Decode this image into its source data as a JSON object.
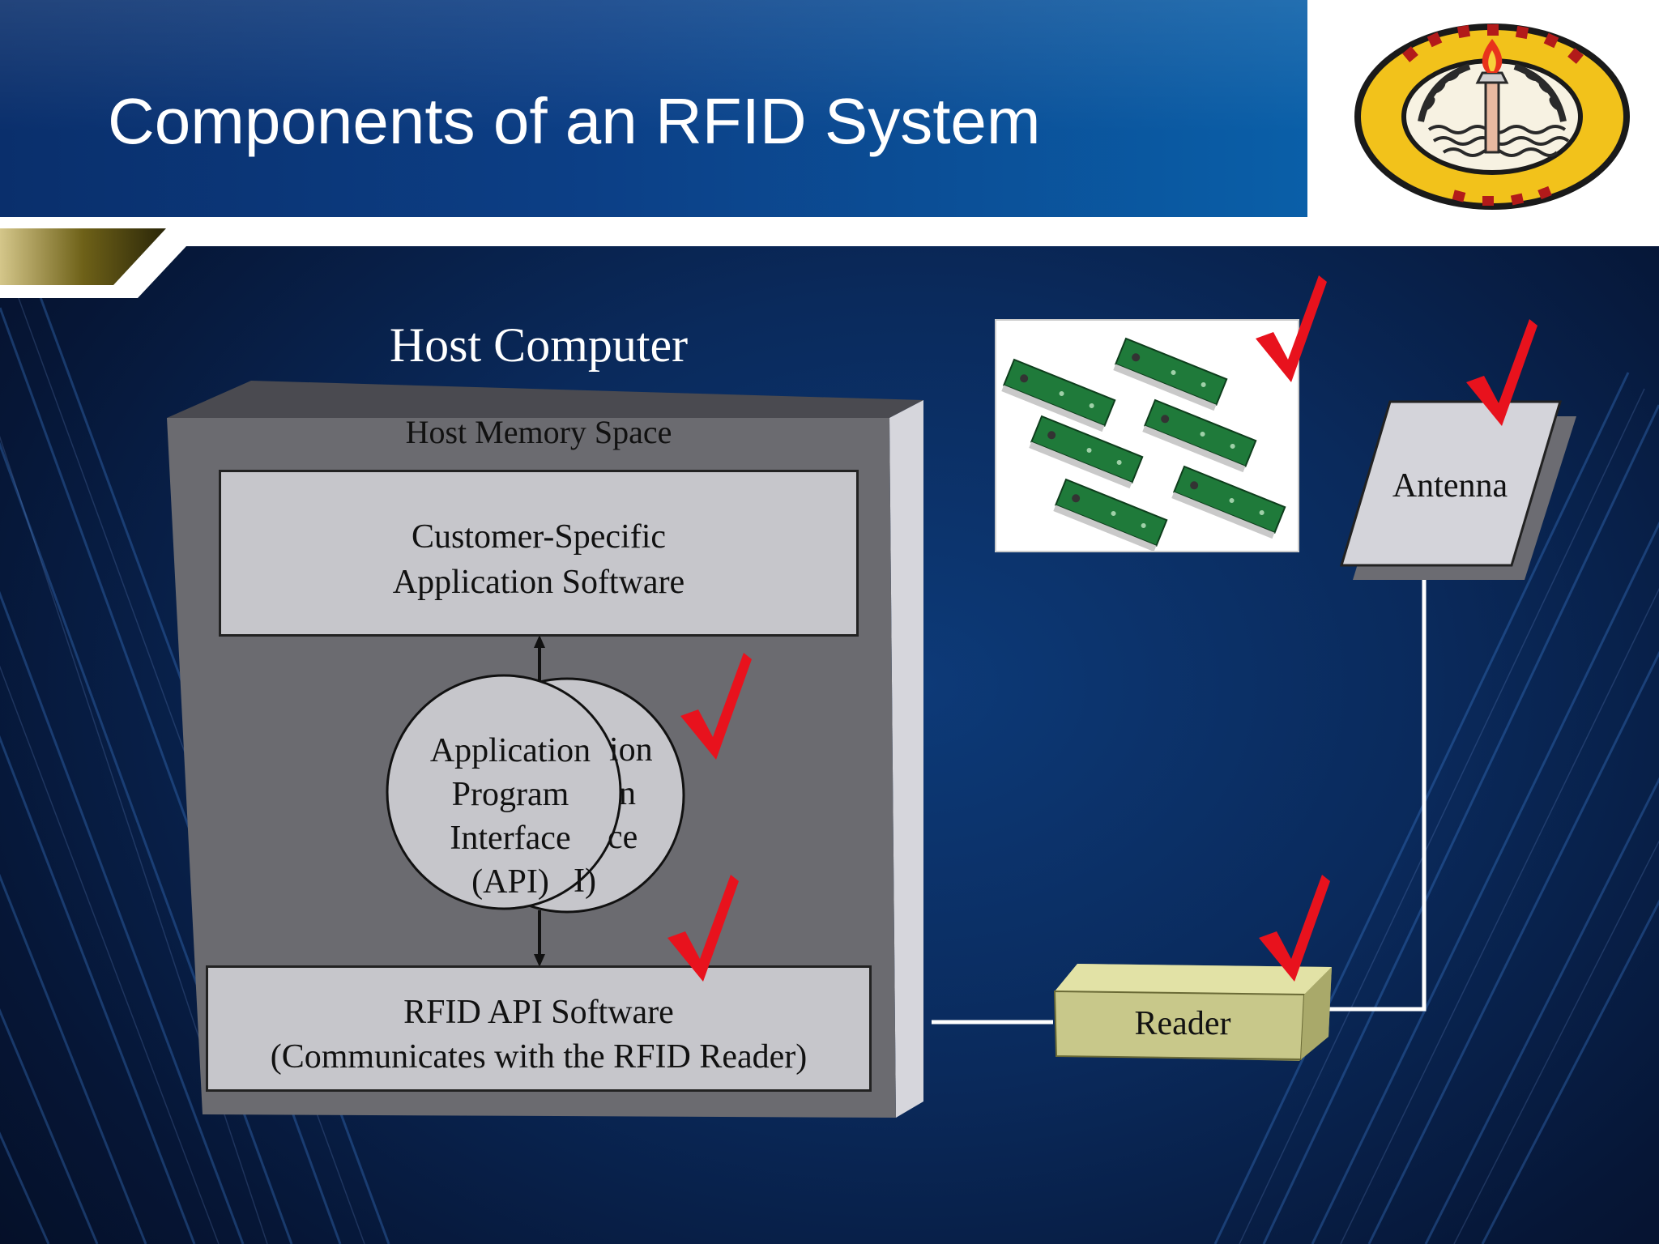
{
  "slide": {
    "title": "Components of an RFID System"
  },
  "host": {
    "title": "Host Computer",
    "memory_label": "Host Memory Space",
    "app_software": [
      "Customer-Specific",
      "Application Software"
    ],
    "api_circle": [
      "Application",
      "Program",
      "Interface",
      "(API)"
    ],
    "api_circle_back_fragments": [
      "ion",
      "n",
      "ce",
      "I)"
    ],
    "rfid_api": [
      "RFID API Software",
      "(Communicates with the RFID Reader)"
    ]
  },
  "devices": {
    "antenna": "Antenna",
    "reader": "Reader"
  },
  "colors": {
    "check": "#e8121d",
    "reader": "#c8c88a",
    "box_fill": "#c6c6cb",
    "host_body": "#6b6b70",
    "tag_green": "#1f7a3a"
  }
}
